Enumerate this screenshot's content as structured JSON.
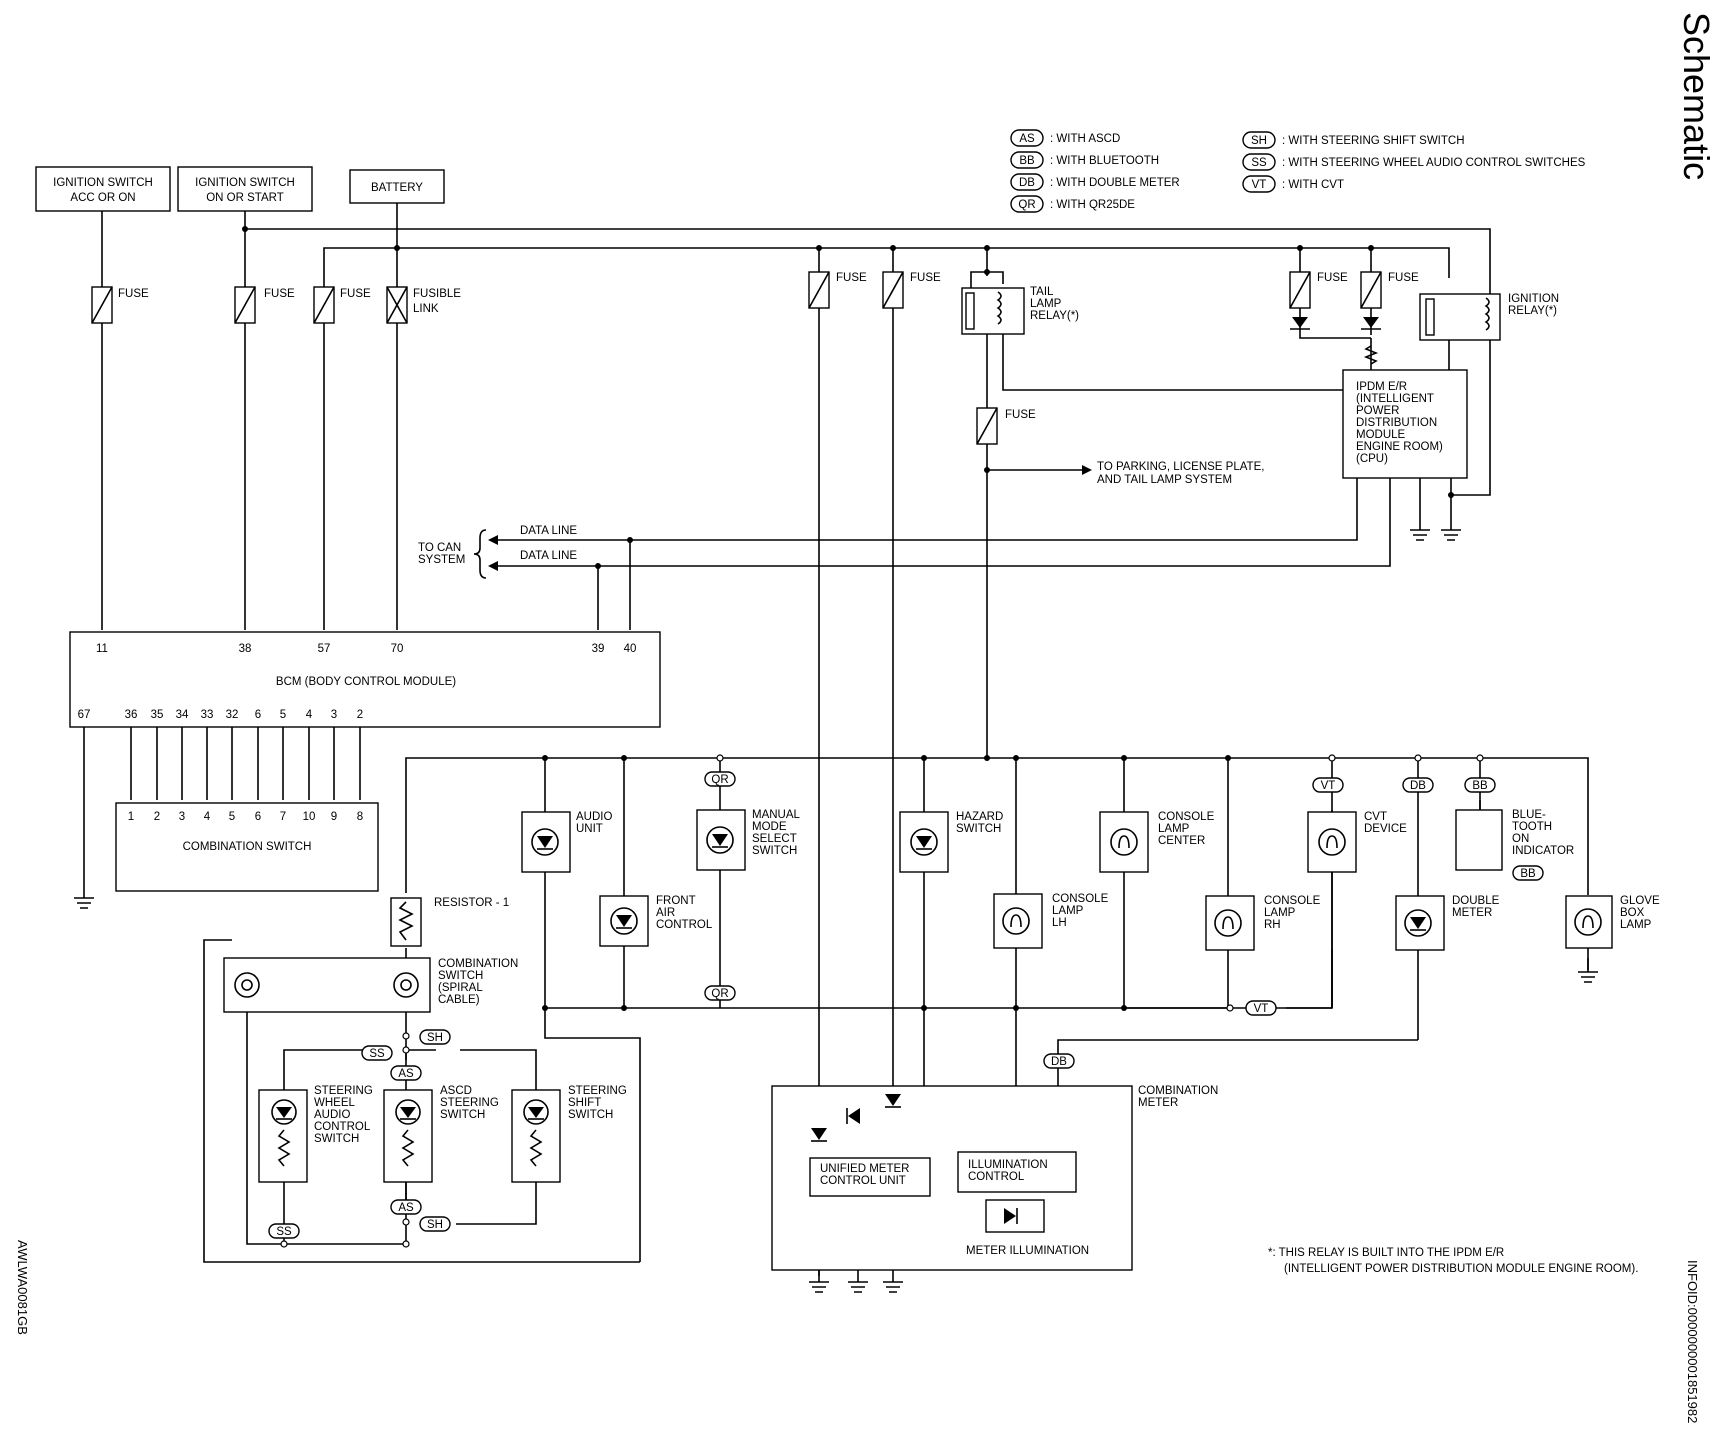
{
  "page_title": "Schematic",
  "figure_id": "AWLWA0081GB",
  "info_id": "INFOID:0000000001851982",
  "legend": [
    {
      "code": "AS",
      "text": ": WITH ASCD"
    },
    {
      "code": "BB",
      "text": ": WITH BLUETOOTH"
    },
    {
      "code": "DB",
      "text": ": WITH DOUBLE METER"
    },
    {
      "code": "QR",
      "text": ": WITH QR25DE"
    },
    {
      "code": "SH",
      "text": ": WITH STEERING SHIFT SWITCH"
    },
    {
      "code": "SS",
      "text": ": WITH STEERING WHEEL AUDIO CONTROL SWITCHES"
    },
    {
      "code": "VT",
      "text": ": WITH CVT"
    }
  ],
  "power": {
    "ign_acc": [
      "IGNITION SWITCH",
      "ACC OR ON"
    ],
    "ign_on": [
      "IGNITION SWITCH",
      "ON OR START"
    ],
    "battery": "BATTERY"
  },
  "labels": {
    "fuse": "FUSE",
    "fusible_link": [
      "FUSIBLE",
      "LINK"
    ],
    "tail_relay": [
      "TAIL",
      "LAMP",
      "RELAY(*)"
    ],
    "ign_relay": [
      "IGNITION",
      "RELAY(*)"
    ],
    "ipdm": [
      "IPDM E/R",
      "(INTELLIGENT",
      "POWER",
      "DISTRIBUTION",
      "MODULE",
      "ENGINE ROOM)",
      "(CPU)"
    ],
    "to_parking": [
      "TO PARKING, LICENSE PLATE,",
      "AND TAIL LAMP SYSTEM"
    ],
    "data_line": "DATA LINE",
    "to_can": [
      "TO CAN",
      "SYSTEM"
    ],
    "bcm": "BCM (BODY CONTROL MODULE)",
    "combination_switch": "COMBINATION SWITCH",
    "resistor": "RESISTOR - 1",
    "spiral": [
      "COMBINATION",
      "SWITCH",
      "(SPIRAL",
      "CABLE)"
    ],
    "sw_audio": [
      "STEERING",
      "WHEEL",
      "AUDIO",
      "CONTROL",
      "SWITCH"
    ],
    "ascd": [
      "ASCD",
      "STEERING",
      "SWITCH"
    ],
    "steer_shift": [
      "STEERING",
      "SHIFT",
      "SWITCH"
    ],
    "audio_unit": [
      "AUDIO",
      "UNIT"
    ],
    "front_air": [
      "FRONT",
      "AIR",
      "CONTROL"
    ],
    "manual_mode": [
      "MANUAL",
      "MODE",
      "SELECT",
      "SWITCH"
    ],
    "hazard": [
      "HAZARD",
      "SWITCH"
    ],
    "console_lh": [
      "CONSOLE",
      "LAMP",
      "LH"
    ],
    "console_center": [
      "CONSOLE",
      "LAMP",
      "CENTER"
    ],
    "console_rh": [
      "CONSOLE",
      "LAMP",
      "RH"
    ],
    "cvt_device": [
      "CVT",
      "DEVICE"
    ],
    "double_meter": [
      "DOUBLE",
      "METER"
    ],
    "bluetooth": [
      "BLUE-",
      "TOOTH",
      "ON",
      "INDICATOR"
    ],
    "glove_box": [
      "GLOVE",
      "BOX",
      "LAMP"
    ],
    "combination_meter": [
      "COMBINATION",
      "METER"
    ],
    "unified_meter": [
      "UNIFIED METER",
      "CONTROL UNIT"
    ],
    "illum_control": [
      "ILLUMINATION",
      "CONTROL"
    ],
    "meter_illum": "METER ILLUMINATION",
    "footnote": [
      "*: THIS RELAY IS BUILT INTO THE IPDM E/R",
      "(INTELLIGENT POWER DISTRIBUTION MODULE ENGINE ROOM)."
    ]
  },
  "bcm_top_pins": [
    "11",
    "38",
    "57",
    "70",
    "39",
    "40"
  ],
  "bcm_bottom_pins": [
    "67",
    "36",
    "35",
    "34",
    "33",
    "32",
    "6",
    "5",
    "4",
    "3",
    "2"
  ],
  "combo_switch_pins": [
    "1",
    "2",
    "3",
    "4",
    "5",
    "6",
    "7",
    "10",
    "9",
    "8"
  ]
}
